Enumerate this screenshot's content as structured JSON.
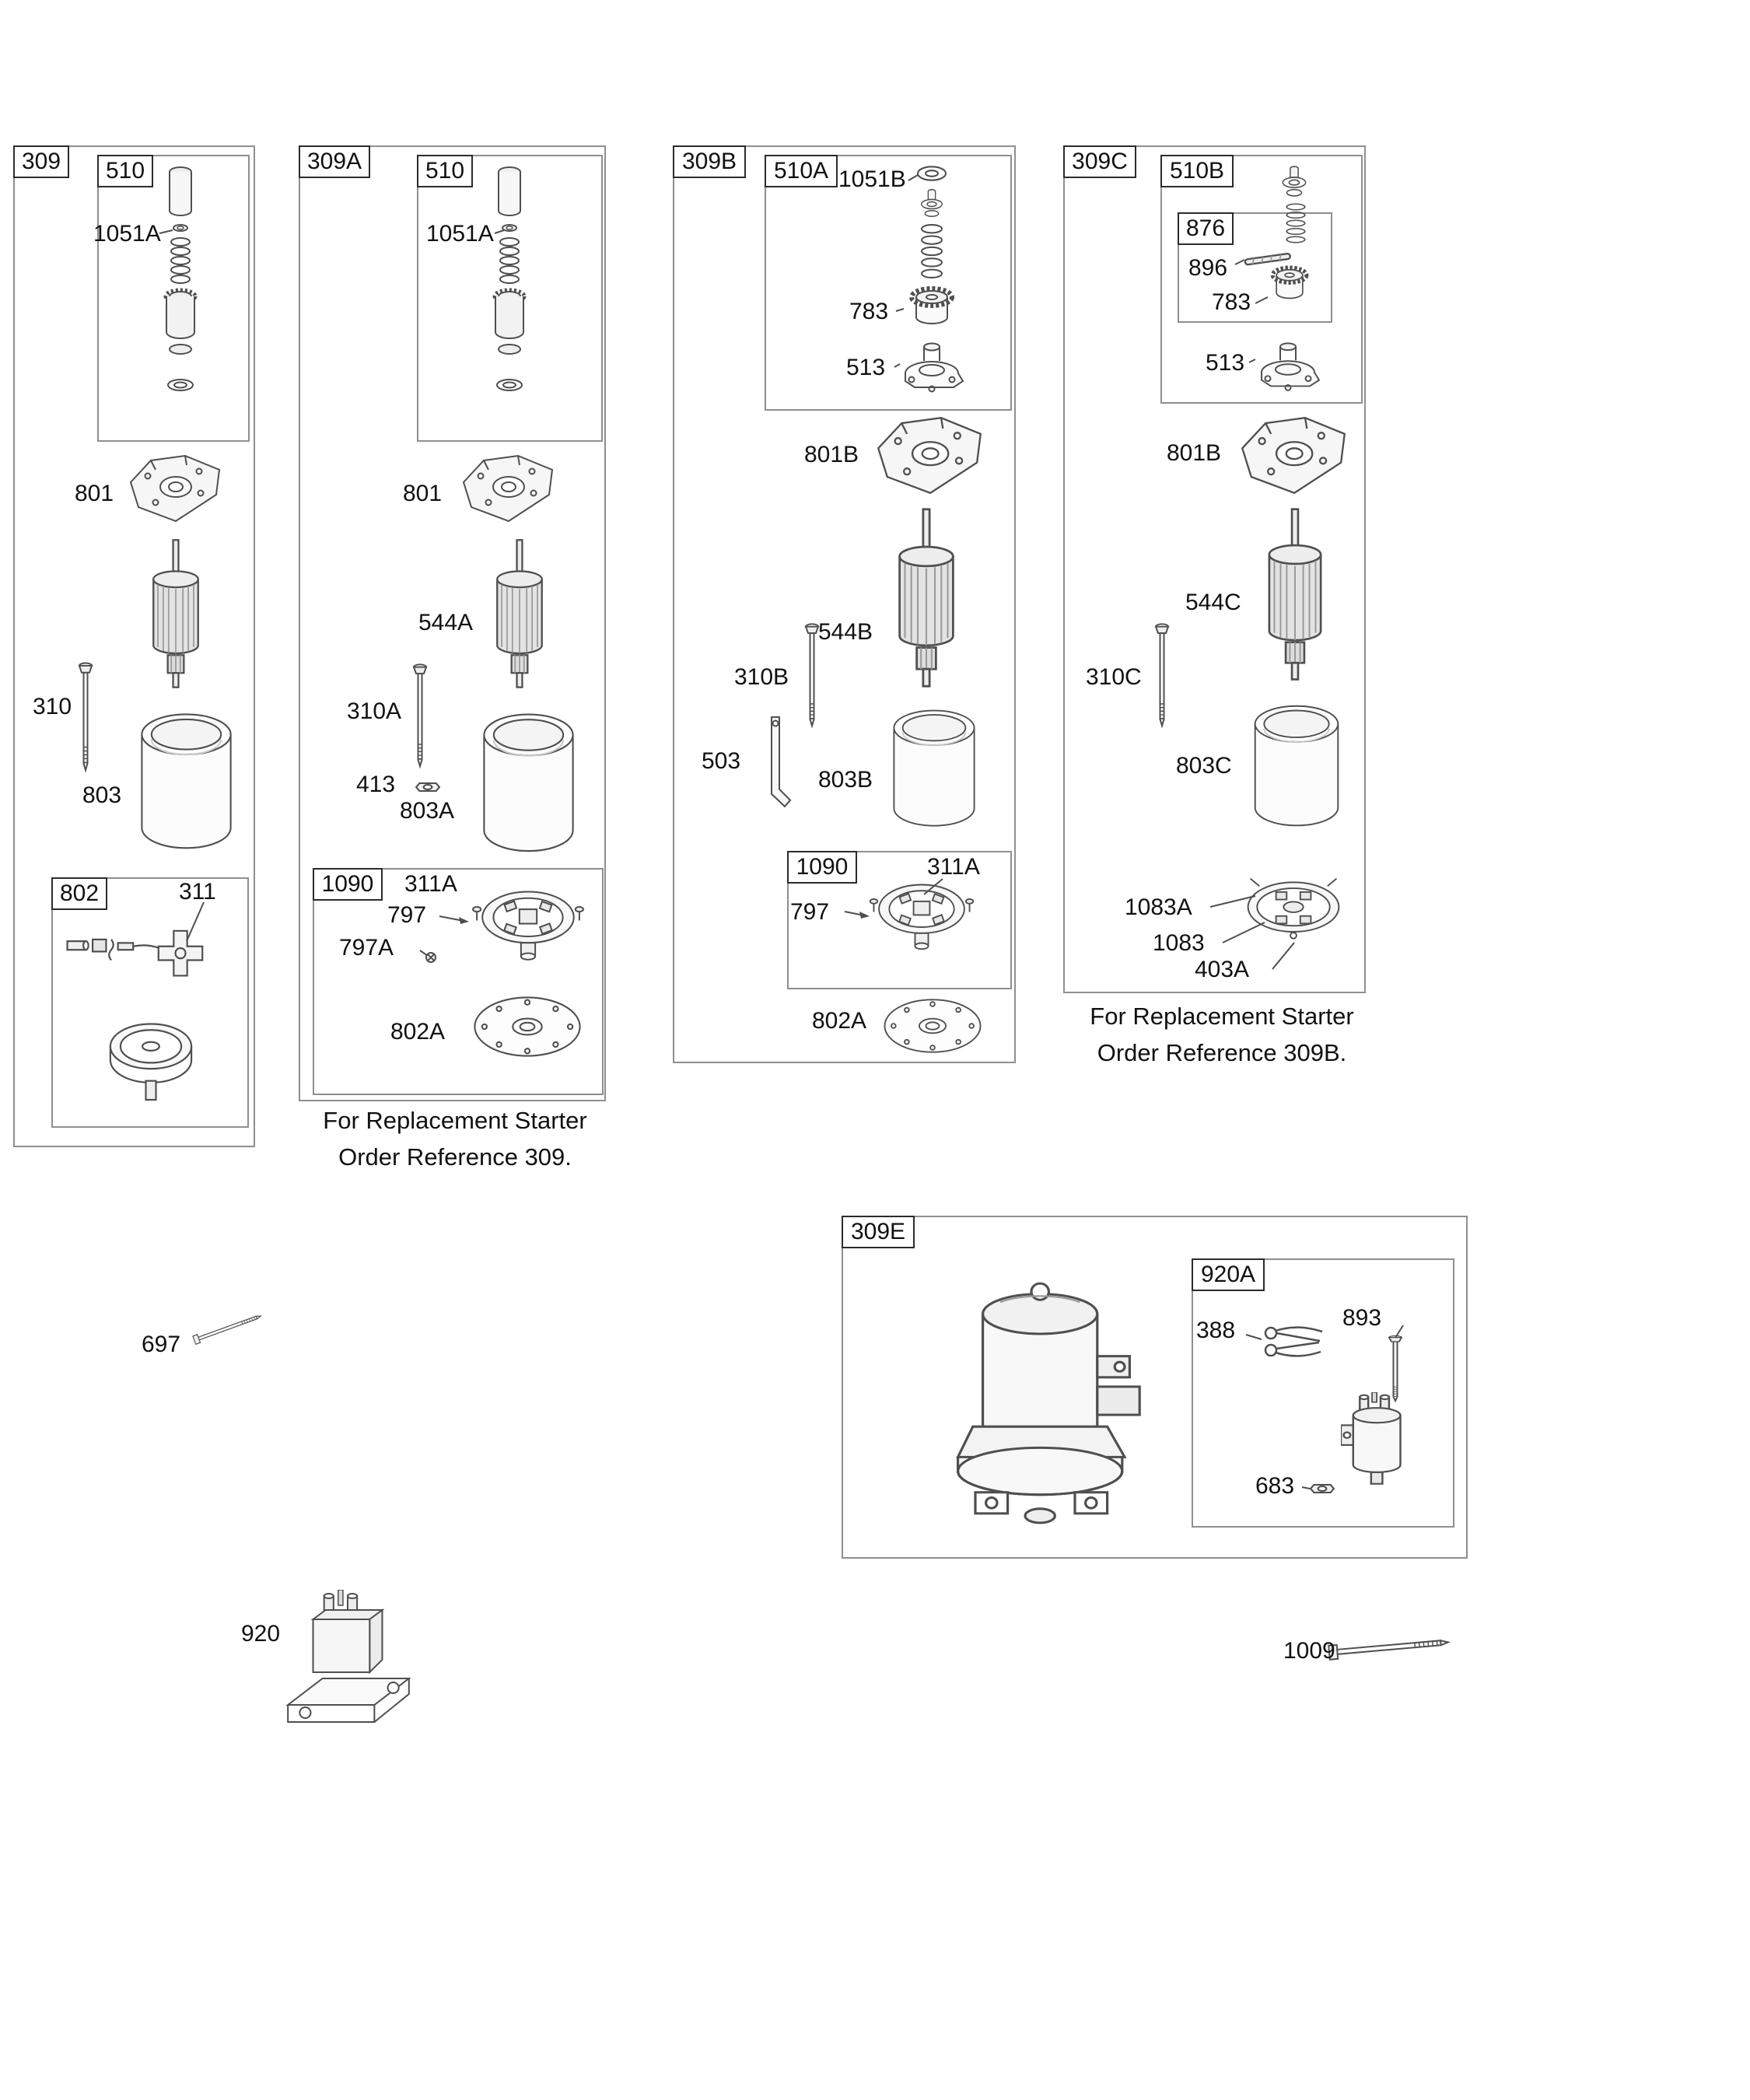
{
  "tags": {
    "t309": "309",
    "t510_1": "510",
    "t309A": "309A",
    "t510_2": "510",
    "t309B": "309B",
    "t510A": "510A",
    "t309C": "309C",
    "t510B": "510B",
    "t876": "876",
    "t802": "802",
    "t1090_1": "1090",
    "t1090_2": "1090",
    "t309E": "309E",
    "t920A": "920A"
  },
  "labels": {
    "c309": {
      "p1051A": "1051A",
      "p801": "801",
      "p310": "310",
      "p803": "803",
      "p311": "311"
    },
    "c309A": {
      "p1051A": "1051A",
      "p801": "801",
      "p544A": "544A",
      "p310A": "310A",
      "p413": "413",
      "p803A": "803A",
      "p311A": "311A",
      "p797": "797",
      "p797A": "797A",
      "p802A": "802A"
    },
    "c309B": {
      "p1051B": "1051B",
      "p783": "783",
      "p513": "513",
      "p801B": "801B",
      "p544B": "544B",
      "p310B": "310B",
      "p503": "503",
      "p803B": "803B",
      "p311A": "311A",
      "p797": "797",
      "p802A": "802A"
    },
    "c309C": {
      "p896": "896",
      "p783": "783",
      "p513": "513",
      "p801B": "801B",
      "p544C": "544C",
      "p310C": "310C",
      "p803C": "803C",
      "p1083A": "1083A",
      "p1083": "1083",
      "p403A": "403A"
    },
    "c309E": {
      "p388": "388",
      "p893": "893",
      "p683": "683"
    },
    "loose": {
      "p697": "697",
      "p920": "920",
      "p1009": "1009"
    }
  },
  "notes": {
    "a": {
      "line1": "For Replacement Starter",
      "line2": "Order Reference 309."
    },
    "c": {
      "line1": "For Replacement Starter",
      "line2": "Order Reference 309B."
    }
  },
  "colors": {
    "line": "#4f4f4f",
    "frame": "#8f8f8f",
    "text": "#111111"
  }
}
